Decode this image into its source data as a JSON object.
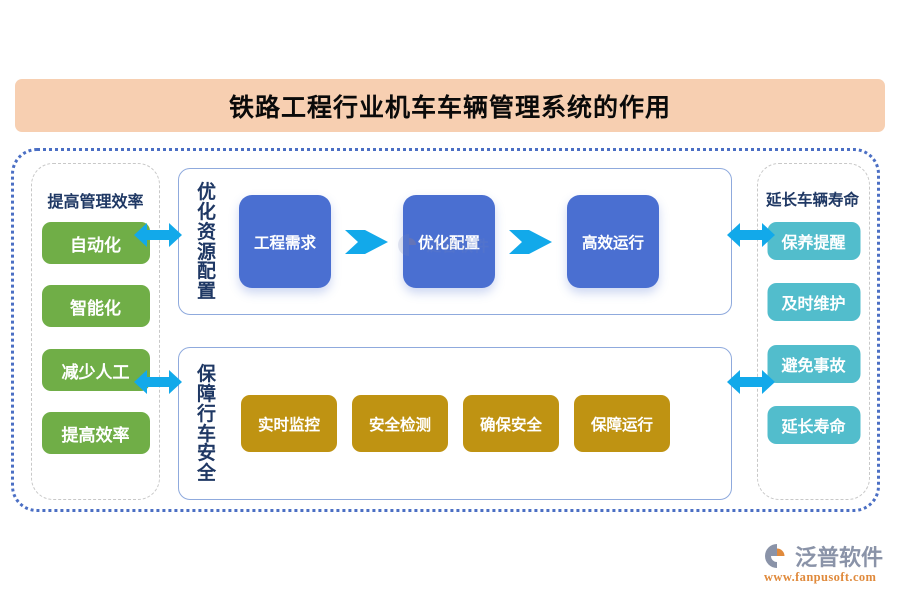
{
  "title": {
    "text": "铁路工程行业机车车辆管理系统的作用",
    "background": "#f7cfb1",
    "color": "#0a0a0a"
  },
  "colors": {
    "outer_border": "#4b6fc4",
    "column_border": "#c8c8c8",
    "panel_border": "#8faadd",
    "green": "#70ae47",
    "teal": "#52bdcc",
    "blue": "#4a6fd1",
    "gold": "#bf9312",
    "arrow_cyan": "#12a9ea",
    "heading_navy": "#1f3864"
  },
  "left_column": {
    "heading": "提高管理效率",
    "items": [
      {
        "label": "自动化"
      },
      {
        "label": "智能化"
      },
      {
        "label": "减少人工"
      },
      {
        "label": "提高效率"
      }
    ]
  },
  "right_column": {
    "heading": "延长车辆寿命",
    "items": [
      {
        "label": "保养提醒"
      },
      {
        "label": "及时维护"
      },
      {
        "label": "避免事故"
      },
      {
        "label": "延长寿命"
      }
    ]
  },
  "top_panel": {
    "vertical_label": "优化资源配置",
    "flow": [
      {
        "label": "工程需求"
      },
      {
        "label": "优化配置"
      },
      {
        "label": "高效运行"
      }
    ]
  },
  "bottom_panel": {
    "vertical_label": "保障行车安全",
    "cards": [
      {
        "label": "实时监控"
      },
      {
        "label": "安全检测"
      },
      {
        "label": "确保安全"
      },
      {
        "label": "保障运行"
      }
    ]
  },
  "watermark": {
    "text": "泛普软件"
  },
  "logo": {
    "name": "泛普软件",
    "url": "www.fanpusoft.com"
  }
}
